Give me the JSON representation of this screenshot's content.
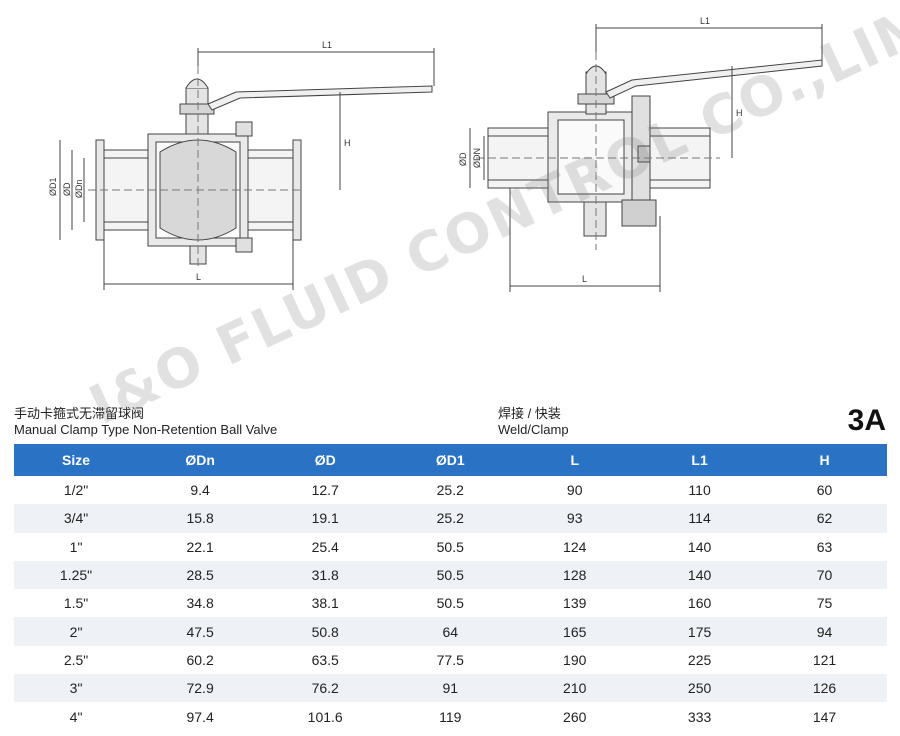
{
  "drawing_labels": {
    "left": {
      "l1": "L1",
      "h": "H",
      "d1": "ØD1",
      "d": "ØD",
      "dn": "ØDn",
      "l": "L"
    },
    "right": {
      "l1": "L1",
      "h": "H",
      "d": "ØD",
      "dn": "ØDN",
      "l": "L"
    }
  },
  "watermark": "I&O FLUID CONTROL CO.,LIMITED",
  "caption_left": {
    "cn": "手动卡箍式无滞留球阀",
    "en": "Manual Clamp Type Non-Retention Ball Valve"
  },
  "caption_mid": {
    "cn": "焊接 / 快装",
    "en": "Weld/Clamp"
  },
  "badge": "3A",
  "colors": {
    "header_bg": "#2a73c4",
    "row_alt": "#eef1f5"
  },
  "table": {
    "headers": [
      "Size",
      "ØDn",
      "ØD",
      "ØD1",
      "L",
      "L1",
      "H"
    ],
    "rows": [
      [
        "1/2\"",
        "9.4",
        "12.7",
        "25.2",
        "90",
        "110",
        "60"
      ],
      [
        "3/4\"",
        "15.8",
        "19.1",
        "25.2",
        "93",
        "114",
        "62"
      ],
      [
        "1\"",
        "22.1",
        "25.4",
        "50.5",
        "124",
        "140",
        "63"
      ],
      [
        "1.25\"",
        "28.5",
        "31.8",
        "50.5",
        "128",
        "140",
        "70"
      ],
      [
        "1.5\"",
        "34.8",
        "38.1",
        "50.5",
        "139",
        "160",
        "75"
      ],
      [
        "2\"",
        "47.5",
        "50.8",
        "64",
        "165",
        "175",
        "94"
      ],
      [
        "2.5\"",
        "60.2",
        "63.5",
        "77.5",
        "190",
        "225",
        "121"
      ],
      [
        "3\"",
        "72.9",
        "76.2",
        "91",
        "210",
        "250",
        "126"
      ],
      [
        "4\"",
        "97.4",
        "101.6",
        "119",
        "260",
        "333",
        "147"
      ]
    ]
  }
}
